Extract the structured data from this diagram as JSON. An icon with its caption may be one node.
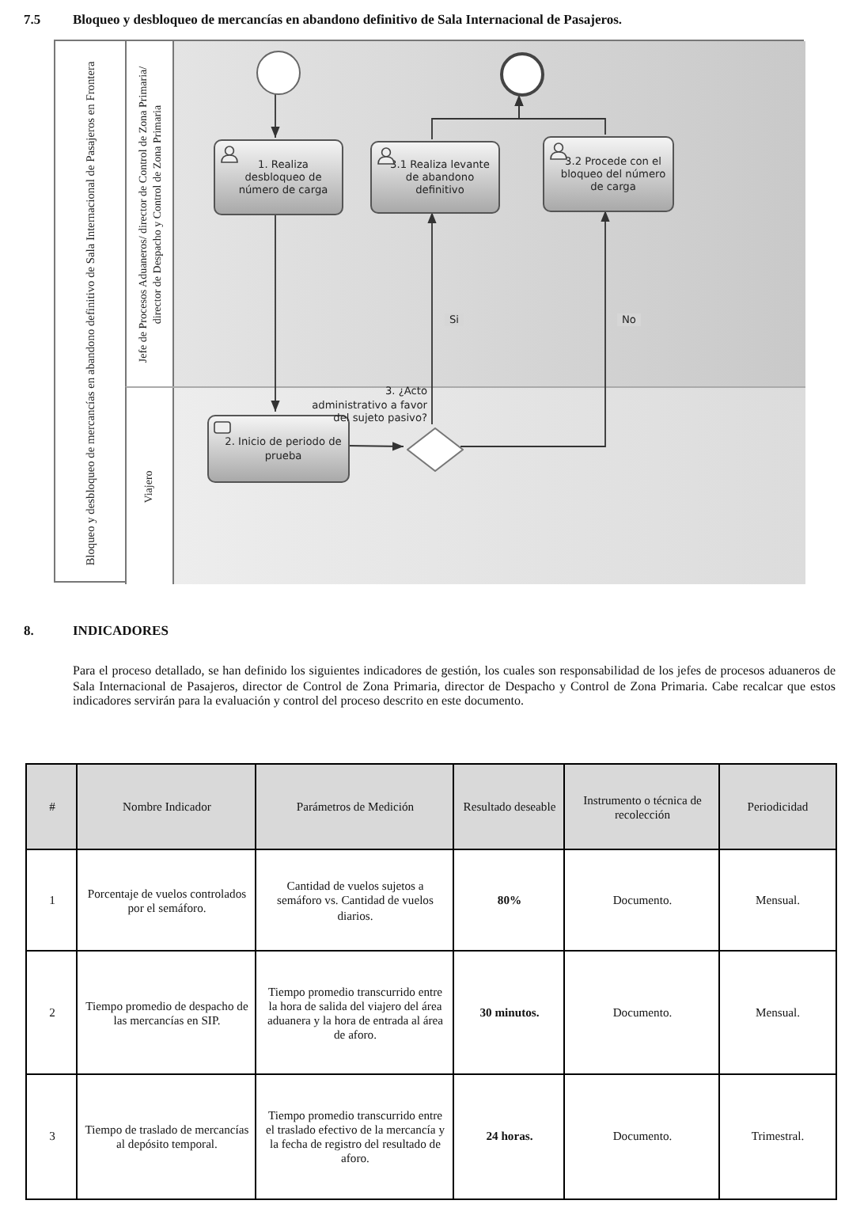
{
  "diagram": {
    "title": "Bloqueo y desbloqueo de mercancías en abandono definitivo de Sala Internacional de Pasajeros.",
    "nodes": [
      {
        "text": [
          "Bloqueo y desbloqueo de mercancías en abandono definitivo de Sala Internacional de Pasajeros en Frontera"
        ]
      },
      {
        "text": [
          "Jefe de Procesos Aduaneros/ director de Control de Zona Primaria/ director de Despacho y Control de Zona Primaria"
        ],
        "in": 0
      },
      {
        "text": [
          "Viajero"
        ],
        "in": 0
      },
      {
        "text": [],
        "shape": "circle",
        "in": 1
      },
      {
        "text": [
          "1. Realiza desbloqueo de número de carga"
        ],
        "in": 1
      },
      {
        "text": [
          "3.1 Realiza levante de abandono definitivo"
        ],
        "in": 1
      },
      {
        "text": [
          "3.2 Procede con el bloqueo del número de carga"
        ],
        "in": 1
      },
      {
        "text": [],
        "shape": "circle",
        "in": 1
      },
      {
        "text": [
          "2. Inicio de periodo de prueba"
        ],
        "in": 2
      },
      {
        "text": [],
        "shape": "diamond",
        "beside": [
          "3. ¿Acto administrativo a favor del sujeto pasivo?"
        ],
        "in": 2
      }
    ],
    "edges": [
      {
        "from": 3,
        "to": 4,
        "arrow": "to"
      },
      {
        "from": 4,
        "to": 8,
        "arrow": "to"
      },
      {
        "from": 8,
        "to": 9,
        "arrow": "to"
      },
      {
        "from": 9,
        "to": 5,
        "arrow": "to",
        "label": "Si"
      },
      {
        "from": 9,
        "to": 6,
        "arrow": "to",
        "label": "No"
      },
      {
        "from": 5,
        "to": 7,
        "arrow": "to"
      },
      {
        "from": 6,
        "to": 7,
        "arrow": "to"
      }
    ],
    "labels": [
      "7.5",
      "8.",
      "INDICADORES",
      "Para el proceso detallado, se han definido los siguientes indicadores de gestión, los cuales son responsabilidad de los jefes de procesos aduaneros de Sala Internacional de Pasajeros, director de Control de Zona Primaria, director de Despacho y Control de Zona Primaria. Cabe recalcar que estos indicadores servirán para la evaluación y control del proceso descrito en este documento.",
      "#",
      "Nombre Indicador",
      "Parámetros de Medición",
      "Resultado deseable",
      "Instrumento o técnica de recolección",
      "Periodicidad",
      "1",
      "Porcentaje de vuelos controlados por el semáforo.",
      "Cantidad de vuelos sujetos a semáforo vs. Cantidad de vuelos diarios.",
      "80%",
      "Documento.",
      "Mensual.",
      "2",
      "Tiempo promedio de despacho de las mercancías en SIP.",
      "Tiempo promedio transcurrido entre la hora de salida del viajero del área aduanera y la hora de entrada al área de aforo.",
      "30 minutos.",
      "Documento.",
      "Mensual.",
      "3",
      "Tiempo de traslado de mercancías al depósito temporal.",
      "Tiempo promedio transcurrido entre el traslado efectivo de la mercancía y la fecha de registro del resultado de aforo.",
      "24 horas.",
      "Documento.",
      "Trimestral."
    ]
  }
}
